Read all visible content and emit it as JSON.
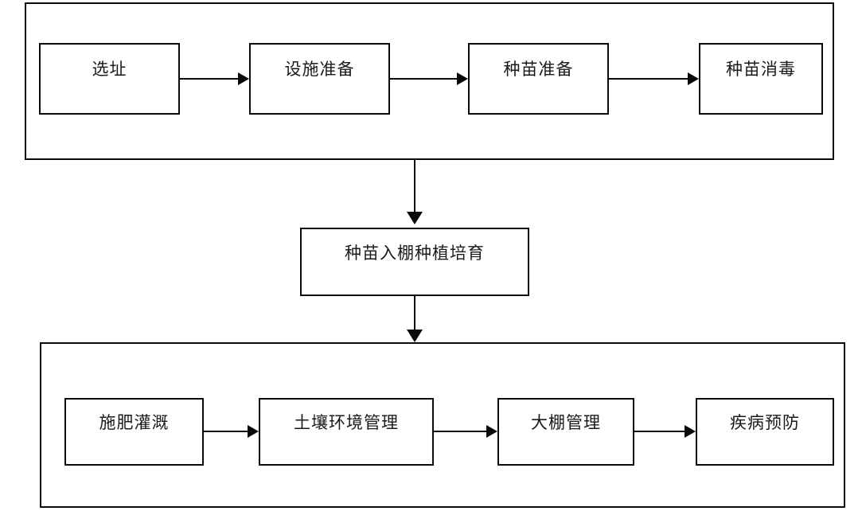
{
  "diagram": {
    "type": "flowchart",
    "title": "",
    "orientation": "top-to-bottom",
    "stage_groups": [
      {
        "id": "preparation-stage",
        "label": "",
        "nodes": [
          {
            "id": "site-selection",
            "label": "选址"
          },
          {
            "id": "facility-preparation",
            "label": "设施准备"
          },
          {
            "id": "seedling-preparation",
            "label": "种苗准备"
          },
          {
            "id": "seedling-disinfection",
            "label": "种苗消毒"
          }
        ]
      }
    ],
    "middle_node": {
      "id": "planting-cultivation",
      "label": "种苗入棚种植培育"
    },
    "management_group": {
      "id": "management-stage",
      "label": "",
      "nodes": [
        {
          "id": "fertilization-irrigation",
          "label": "施肥灌溉"
        },
        {
          "id": "soil-environment-management",
          "label": "土壤环境管理"
        },
        {
          "id": "greenhouse-management",
          "label": "大棚管理"
        },
        {
          "id": "disease-prevention",
          "label": "疾病预防"
        }
      ]
    },
    "colors": {
      "stroke": "#0a0a0a",
      "fill": "#ffffff",
      "text": "#1a1a1a"
    }
  }
}
